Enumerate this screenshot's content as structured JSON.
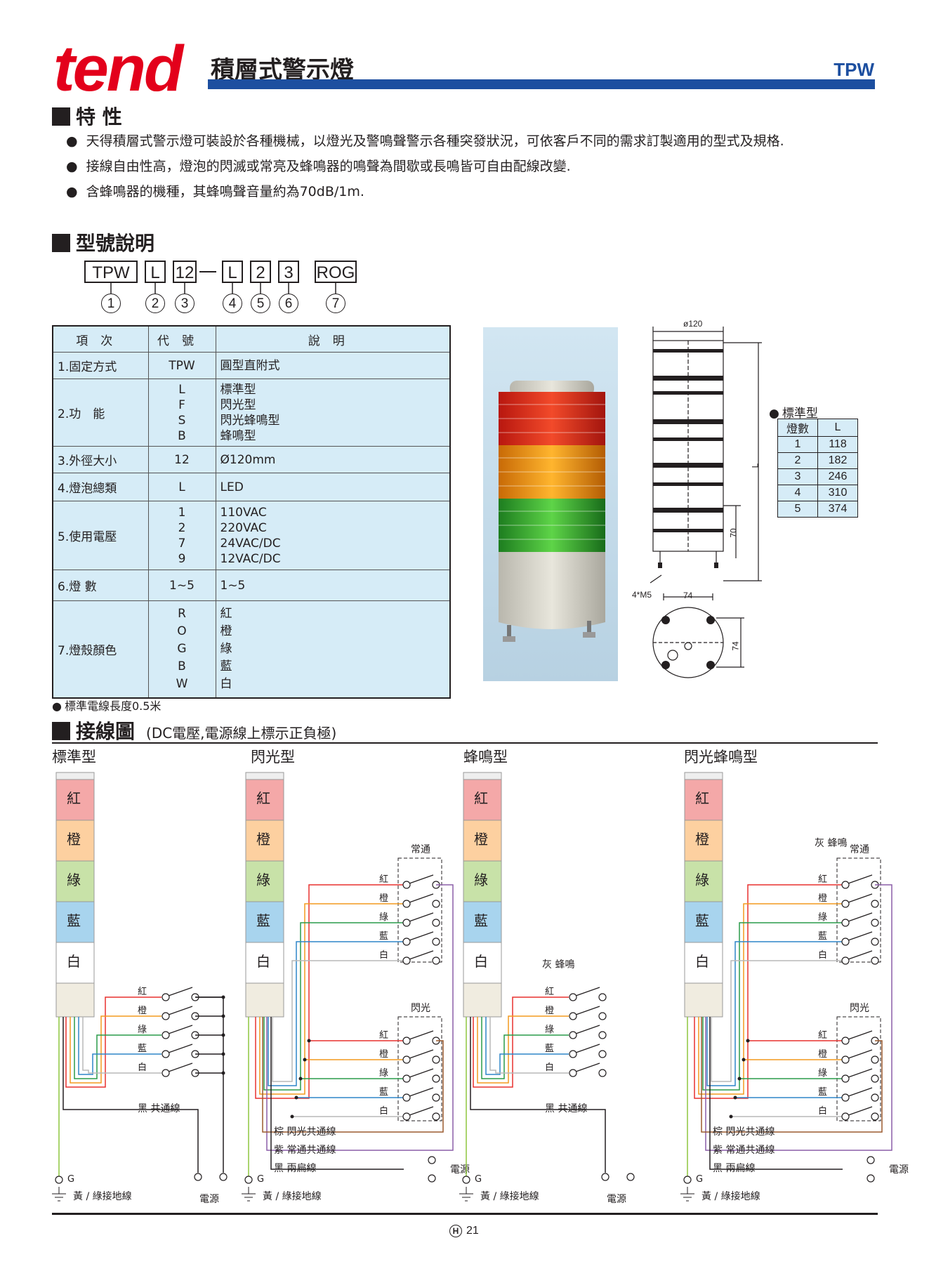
{
  "header": {
    "logo": "tend",
    "title": "積層式警示燈",
    "model": "TPW"
  },
  "features": {
    "heading": "特 性",
    "items": [
      "天得積層式警示燈可裝設於各種機械，以燈光及警鳴聲警示各種突發狀況，可依客戶不同的需求訂製適用的型式及規格.",
      "接線自由性高，燈泡的閃滅或常亮及蜂鳴器的鳴聲為間歇或長鳴皆可自由配線改變.",
      "含蜂鳴器的機種，其蜂鳴聲音量約為70dB/1m."
    ]
  },
  "model_code": {
    "heading": "型號說明",
    "boxes": [
      "TPW",
      "L",
      "12",
      "L",
      "2",
      "3",
      "ROG"
    ],
    "dash": "—",
    "circles": [
      "1",
      "2",
      "3",
      "4",
      "5",
      "6",
      "7"
    ]
  },
  "spec_table": {
    "headers": [
      "項次",
      "代號",
      "說明"
    ],
    "rows": [
      {
        "item": "1.固定方式",
        "codes": [
          "TPW"
        ],
        "desc": [
          "圓型直附式"
        ]
      },
      {
        "item": "2.功　能",
        "codes": [
          "L",
          "F",
          "S",
          "B"
        ],
        "desc": [
          "標準型",
          "閃光型",
          "閃光蜂鳴型",
          "蜂鳴型"
        ]
      },
      {
        "item": "3.外徑大小",
        "codes": [
          "12"
        ],
        "desc": [
          "Ø120mm"
        ]
      },
      {
        "item": "4.燈泡總類",
        "codes": [
          "L"
        ],
        "desc": [
          "LED"
        ]
      },
      {
        "item": "5.使用電壓",
        "codes": [
          "1",
          "2",
          "7",
          "9"
        ],
        "desc": [
          "110VAC",
          "220VAC",
          "24VAC/DC",
          "12VAC/DC"
        ]
      },
      {
        "item": "6.燈 數",
        "codes": [
          "1~5"
        ],
        "desc": [
          "1~5"
        ]
      },
      {
        "item": "7.燈殼顏色",
        "codes": [
          "R",
          "O",
          "G",
          "B",
          "W"
        ],
        "desc": [
          "紅",
          "橙",
          "綠",
          "藍",
          "白"
        ]
      }
    ]
  },
  "cable_note": "標準電線長度0.5米",
  "dimensions": {
    "diameter": "ø120",
    "l_label": "L",
    "h70": "70",
    "mount": "4*M5",
    "w74": "74",
    "h74": "74"
  },
  "length_table": {
    "note": "標準型",
    "headers": [
      "燈數",
      "L"
    ],
    "rows": [
      [
        "1",
        "118"
      ],
      [
        "2",
        "182"
      ],
      [
        "3",
        "246"
      ],
      [
        "4",
        "310"
      ],
      [
        "5",
        "374"
      ]
    ]
  },
  "wiring": {
    "heading": "接線圖",
    "subtitle": "(DC電壓,電源線上標示正負極)",
    "diagrams": [
      {
        "title": "標準型"
      },
      {
        "title": "閃光型"
      },
      {
        "title": "蜂鳴型"
      },
      {
        "title": "閃光蜂鳴型"
      }
    ],
    "tiers": [
      "紅",
      "橙",
      "綠",
      "藍",
      "白"
    ],
    "tier_colors": [
      "#f4a8a8",
      "#fdd0a0",
      "#c8e2a8",
      "#a8d4ee",
      "#ffffff"
    ],
    "wire_colors": {
      "red": "#e8302e",
      "orange": "#f39a1e",
      "green": "#2a9b4a",
      "blue": "#2f86c9",
      "white": "#b8b8b8",
      "purple": "#8b5ea8",
      "brown": "#9b5a2e",
      "black": "#231f20",
      "ground": "#8dc63f"
    },
    "labels": {
      "common_black": "黑 共通線",
      "power": "電源",
      "ground_g": "G",
      "ground": "黃 / 綠接地線",
      "normally_on": "常通",
      "flash": "閃光",
      "buzzer": "灰 蜂鳴",
      "flash_common": "棕 閃光共通線",
      "on_common": "紫 常通共通線",
      "two_wire": "黑 兩扁線"
    }
  },
  "footer": {
    "mark": "H",
    "page": "21"
  }
}
